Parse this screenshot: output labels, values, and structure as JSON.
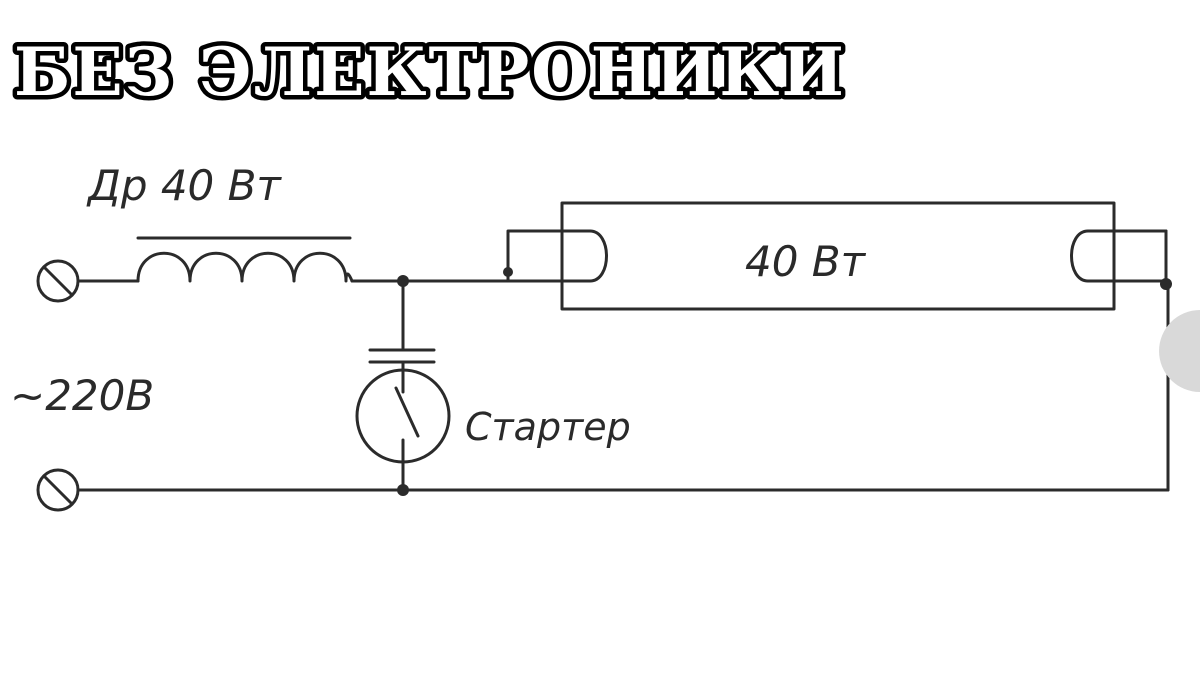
{
  "headline": "БЕЗ ЭЛЕКТРОНИКИ",
  "labels": {
    "choke": "Др 40 Вт",
    "lamp": "40 Вт",
    "voltage": "~220В",
    "starter": "Стартер"
  },
  "colors": {
    "wire": "#2b2b2b",
    "text": "#2a2a2a",
    "headline_fill": "#ffffff",
    "headline_outline": "#000000",
    "background": "#ffffff"
  },
  "icons": {
    "terminal_top": "screw-terminal-icon",
    "terminal_bottom": "screw-terminal-icon",
    "choke": "inductor-coil-icon",
    "capacitor": "capacitor-icon",
    "starter": "glow-starter-icon",
    "lamp": "fluorescent-tube-icon"
  }
}
